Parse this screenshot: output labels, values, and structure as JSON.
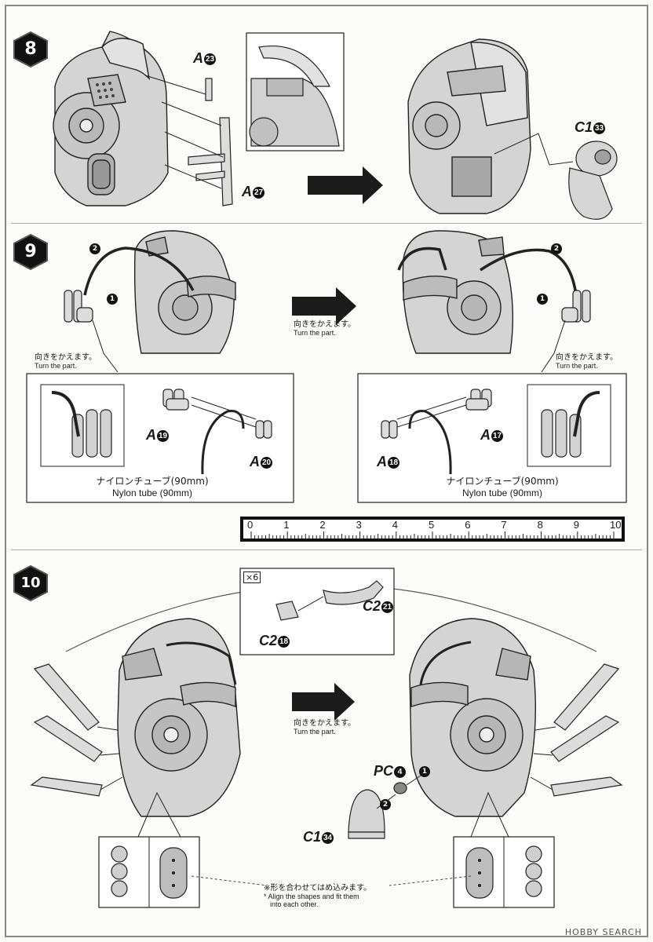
{
  "steps": [
    {
      "number": "8"
    },
    {
      "number": "9"
    },
    {
      "number": "10"
    }
  ],
  "step8": {
    "parts": [
      {
        "letter": "A",
        "num": "23"
      },
      {
        "letter": "A",
        "num": "27"
      },
      {
        "letter": "C1",
        "num": "33"
      }
    ]
  },
  "step9": {
    "turn_jp": "向きをかえます。",
    "turn_en": "Turn the part.",
    "order": [
      "2",
      "1"
    ],
    "left_inset": {
      "parts": [
        {
          "letter": "A",
          "num": "19"
        },
        {
          "letter": "A",
          "num": "20"
        }
      ],
      "tube_jp": "ナイロンチューブ(90mm)",
      "tube_en": "Nylon tube (90mm)"
    },
    "right_inset": {
      "parts": [
        {
          "letter": "A",
          "num": "18"
        },
        {
          "letter": "A",
          "num": "17"
        }
      ],
      "tube_jp": "ナイロンチューブ(90mm)",
      "tube_en": "Nylon tube (90mm)"
    }
  },
  "ruler": {
    "ticks": [
      "0",
      "1",
      "2",
      "3",
      "4",
      "5",
      "6",
      "7",
      "8",
      "9",
      "10"
    ]
  },
  "step10": {
    "multiplier": "×6",
    "parts": [
      {
        "letter": "C2",
        "num": "21"
      },
      {
        "letter": "C2",
        "num": "18"
      },
      {
        "letter": "PC",
        "num": "4"
      },
      {
        "letter": "C1",
        "num": "34"
      }
    ],
    "turn_jp": "向きをかえます。",
    "turn_en": "Turn the part.",
    "note_jp": "※形を合わせてはめ込みます。",
    "note_en_1": "* Align the shapes and fit them",
    "note_en_2": "into each other."
  },
  "watermark": "HOBBY SEARCH",
  "colors": {
    "part_fill": "#d4d4d4",
    "part_dark": "#a8a8a8",
    "line": "#222222",
    "arrow": "#1b1b1b"
  }
}
